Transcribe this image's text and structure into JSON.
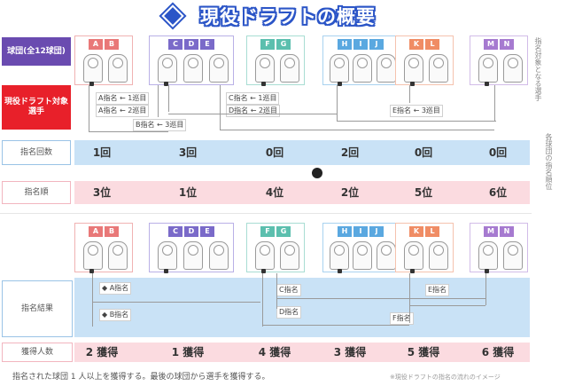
{
  "title": "現役ドラフトの概要",
  "labels": {
    "teams": "球団(全12球団)",
    "rule": "現役ドラフト対象選手",
    "round1": "指名回数",
    "order": "指名順",
    "round2": "指名結果",
    "result": "獲得人数"
  },
  "colors": {
    "title": "#2b55c7",
    "teams_label": "#6a4bb0",
    "rule_label": "#e8202a",
    "band_blue": "#c9e2f6",
    "band_pink": "#fbdbe0"
  },
  "teams_top": [
    {
      "chips": [
        "A",
        "B"
      ],
      "color": "#e97878",
      "border": "#f0b2b2",
      "players": 2
    },
    {
      "chips": [
        "C",
        "D",
        "E"
      ],
      "color": "#7a6ac9",
      "border": "#b9b0e6",
      "players": 3
    },
    {
      "chips": [
        "F",
        "G"
      ],
      "color": "#5bbfae",
      "border": "#a8ddd3",
      "players": 2
    },
    {
      "chips": [
        "H",
        "I",
        "J"
      ],
      "color": "#5aa8e0",
      "border": "#a9d2ef",
      "players": 3
    },
    {
      "chips": [
        "K",
        "L"
      ],
      "color": "#f08c64",
      "border": "#f5c2ae",
      "players": 2
    },
    {
      "chips": [
        "M",
        "N"
      ],
      "color": "#a67ad0",
      "border": "#d2bce8",
      "players": 2
    }
  ],
  "teams_bottom": [
    {
      "chips": [
        "A",
        "B"
      ],
      "color": "#e97878",
      "border": "#f0b2b2",
      "players": 2
    },
    {
      "chips": [
        "C",
        "D",
        "E"
      ],
      "color": "#7a6ac9",
      "border": "#b9b0e6",
      "players": 3
    },
    {
      "chips": [
        "F",
        "G"
      ],
      "color": "#5bbfae",
      "border": "#a8ddd3",
      "players": 2
    },
    {
      "chips": [
        "H",
        "I",
        "J"
      ],
      "color": "#5aa8e0",
      "border": "#a9d2ef",
      "players": 3
    },
    {
      "chips": [
        "K",
        "L"
      ],
      "color": "#f08c64",
      "border": "#f5c2ae",
      "players": 2
    },
    {
      "chips": [
        "M",
        "N"
      ],
      "color": "#a67ad0",
      "border": "#d2bce8",
      "players": 2
    }
  ],
  "round_counts": [
    "1回",
    "3回",
    "0回",
    "2回",
    "0回",
    "0回"
  ],
  "order_values": [
    "3位",
    "1位",
    "4位",
    "2位",
    "5位",
    "6位"
  ],
  "result_values": [
    "2 獲得",
    "1 獲得",
    "4 獲得",
    "3 獲得",
    "5 獲得",
    "6 獲得"
  ],
  "connectors_top": [
    {
      "text": "A指名 ← 1巡目"
    },
    {
      "text": "A指名 ← 2巡目"
    },
    {
      "text": "B指名 ← 3巡目"
    },
    {
      "text": "C指名 ← 1巡目"
    },
    {
      "text": "D指名 ← 2巡目"
    },
    {
      "text": "E指名 ← 3巡目"
    }
  ],
  "connectors_bottom": [
    {
      "text": "◆ A指名"
    },
    {
      "text": "◆ B指名"
    },
    {
      "text": "C指名"
    },
    {
      "text": "D指名"
    },
    {
      "text": "E指名"
    },
    {
      "text": "F指名"
    }
  ],
  "side_notes": [
    "指名対象となる選手",
    "各球団の指名順位"
  ],
  "footer_left": "指名された球団 1 人以上を獲得する。最後の球団から選手を獲得する。",
  "footer_right": "※現役ドラフトの指名の流れのイメージ"
}
